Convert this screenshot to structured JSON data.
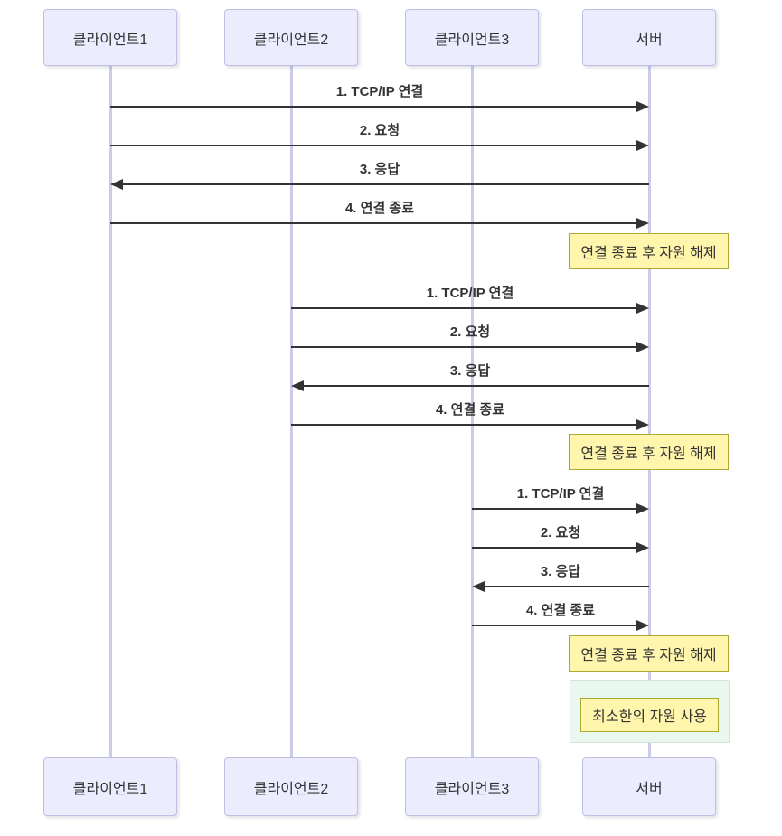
{
  "diagram": {
    "type": "sequence",
    "actors": [
      {
        "id": "client1",
        "label": "클라이언트1"
      },
      {
        "id": "client2",
        "label": "클라이언트2"
      },
      {
        "id": "client3",
        "label": "클라이언트3"
      },
      {
        "id": "server",
        "label": "서버"
      }
    ],
    "groups": [
      {
        "from": "client1",
        "to": "server",
        "messages": [
          {
            "label": "1. TCP/IP 연결",
            "direction": "right"
          },
          {
            "label": "2. 요청",
            "direction": "right"
          },
          {
            "label": "3. 응답",
            "direction": "left"
          },
          {
            "label": "4. 연결 종료",
            "direction": "right"
          }
        ],
        "note": {
          "label": "연결 종료 후 자원 해제",
          "over": "server"
        }
      },
      {
        "from": "client2",
        "to": "server",
        "messages": [
          {
            "label": "1. TCP/IP 연결",
            "direction": "right"
          },
          {
            "label": "2. 요청",
            "direction": "right"
          },
          {
            "label": "3. 응답",
            "direction": "left"
          },
          {
            "label": "4. 연결 종료",
            "direction": "right"
          }
        ],
        "note": {
          "label": "연결 종료 후 자원 해제",
          "over": "server"
        }
      },
      {
        "from": "client3",
        "to": "server",
        "messages": [
          {
            "label": "1. TCP/IP 연결",
            "direction": "right"
          },
          {
            "label": "2. 요청",
            "direction": "right"
          },
          {
            "label": "3. 응답",
            "direction": "left"
          },
          {
            "label": "4. 연결 종료",
            "direction": "right"
          }
        ],
        "note": {
          "label": "연결 종료 후 자원 해제",
          "over": "server"
        }
      }
    ],
    "highlight_rect": {
      "over": "server",
      "note": {
        "label": "최소한의 자원 사용"
      }
    },
    "colors": {
      "actor_fill": "#ececff",
      "actor_border": "#bfbfe3",
      "lifeline": "#ccccea",
      "message_line": "#333333",
      "note_fill": "#fff5ad",
      "note_border": "#aaaa33",
      "rect_fill": "#e9f8ef",
      "rect_border": "#d3e5da",
      "text": "#333333",
      "background": "#ffffff"
    }
  }
}
